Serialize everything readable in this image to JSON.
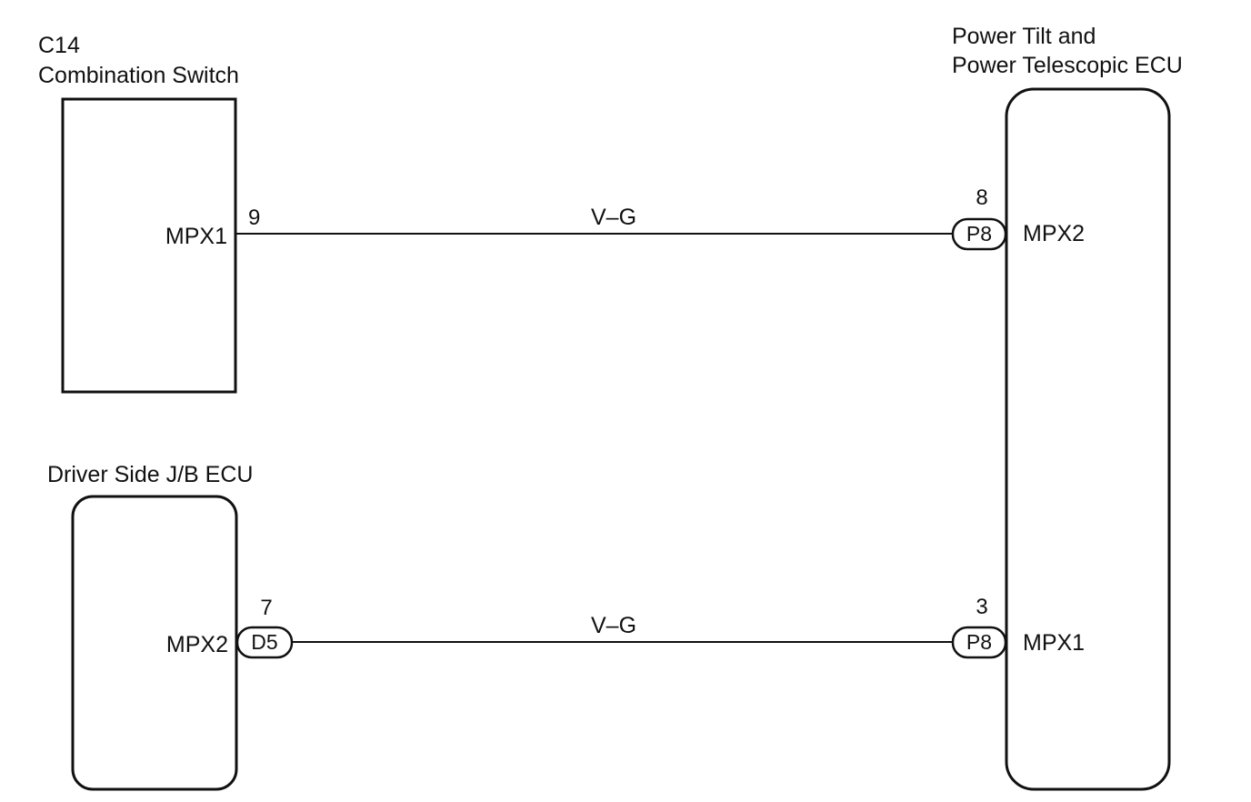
{
  "components": {
    "combination_switch": {
      "code": "C14",
      "name": "Combination Switch",
      "pin_label": "MPX1",
      "pin_number": "9"
    },
    "driver_jb_ecu": {
      "name": "Driver Side J/B ECU",
      "pin_label": "MPX2",
      "pin_number": "7",
      "connector": "D5"
    },
    "tilt_telescopic_ecu": {
      "name_line1": "Power Tilt and",
      "name_line2": "Power Telescopic ECU",
      "pin_upper": {
        "label": "MPX2",
        "number": "8",
        "connector": "P8"
      },
      "pin_lower": {
        "label": "MPX1",
        "number": "3",
        "connector": "P8"
      }
    }
  },
  "wires": {
    "upper": {
      "color_code": "V–G"
    },
    "lower": {
      "color_code": "V–G"
    }
  }
}
